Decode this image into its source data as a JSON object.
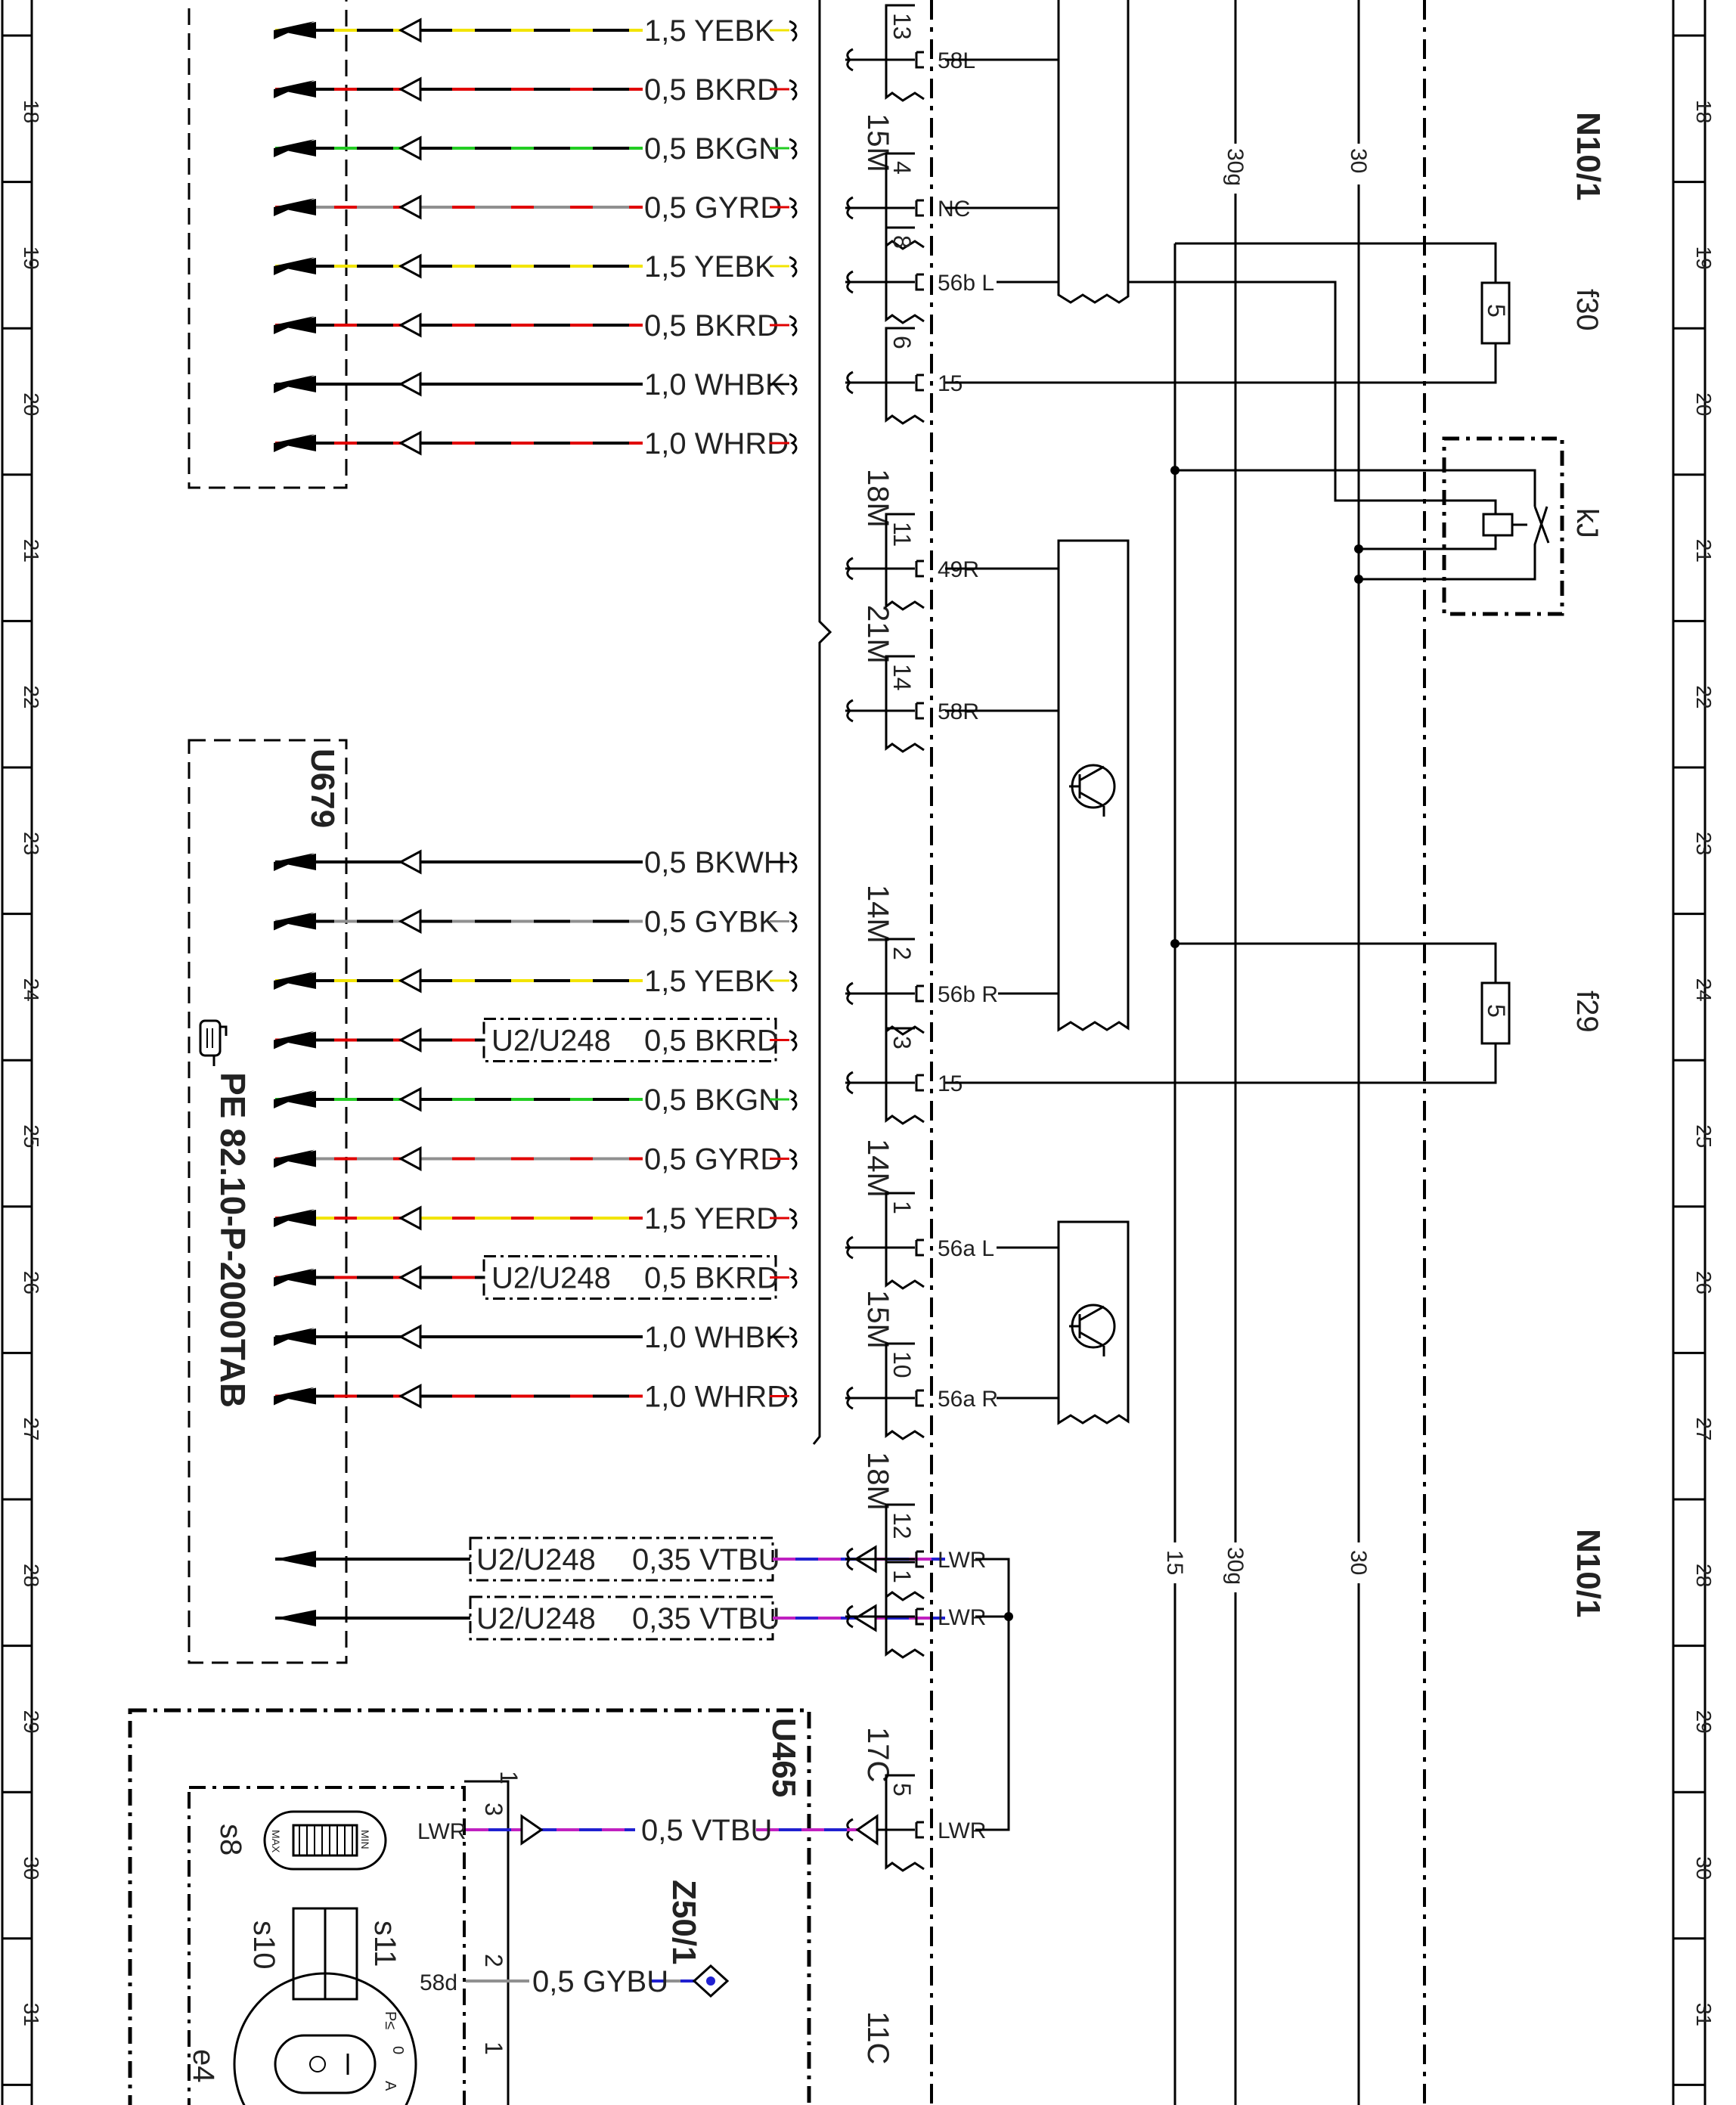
{
  "grid": [
    "18",
    "19",
    "20",
    "21",
    "22",
    "23",
    "24",
    "25",
    "26",
    "27",
    "28",
    "29",
    "30",
    "31"
  ],
  "group_top": {
    "wires": [
      {
        "label": "1,5  YEBK",
        "c1": "#000000",
        "c2": "#f2e400"
      },
      {
        "label": "0,5  BKRD",
        "c1": "#000000",
        "c2": "#e00000"
      },
      {
        "label": "0,5  BKGN",
        "c1": "#000000",
        "c2": "#22cc22"
      },
      {
        "label": "0,5  GYRD",
        "c1": "#909090",
        "c2": "#e00000"
      },
      {
        "label": "1,5  YEBK",
        "c1": "#000000",
        "c2": "#f2e400"
      },
      {
        "label": "0,5  BKRD",
        "c1": "#000000",
        "c2": "#e00000"
      },
      {
        "label": "1,0  WHBK",
        "c1": "#000000",
        "c2": "#000000"
      },
      {
        "label": "1,0  WHRD",
        "c1": "#000000",
        "c2": "#e00000"
      }
    ]
  },
  "group_u679": {
    "name": "U679",
    "ref_text": "PE 82.10-P-2000TAB",
    "wires": [
      {
        "label": "0,5  BKWH",
        "c1": "#000000",
        "c2": "#000000",
        "variant": ""
      },
      {
        "label": "0,5  GYBK",
        "c1": "#000000",
        "c2": "#909090",
        "variant": ""
      },
      {
        "label": "1,5  YEBK",
        "c1": "#000000",
        "c2": "#f2e400",
        "variant": ""
      },
      {
        "label": "0,5  BKRD",
        "c1": "#000000",
        "c2": "#e00000",
        "variant": "U2/U248"
      },
      {
        "label": "0,5  BKGN",
        "c1": "#000000",
        "c2": "#22cc22",
        "variant": ""
      },
      {
        "label": "0,5  GYRD",
        "c1": "#909090",
        "c2": "#e00000",
        "variant": ""
      },
      {
        "label": "1,5  YERD",
        "c1": "#f2e400",
        "c2": "#e00000",
        "variant": ""
      },
      {
        "label": "0,5  BKRD",
        "c1": "#000000",
        "c2": "#e00000",
        "variant": "U2/U248"
      },
      {
        "label": "1,0  WHBK",
        "c1": "#000000",
        "c2": "#000000",
        "variant": ""
      },
      {
        "label": "1,0  WHRD",
        "c1": "#000000",
        "c2": "#e00000",
        "variant": ""
      }
    ],
    "lwr_wires": [
      {
        "variant": "U2/U248",
        "label": "0,35  VTBU",
        "c1": "#2020d0",
        "c2": "#c020c0"
      },
      {
        "variant": "U2/U248",
        "label": "0,35  VTBU",
        "c1": "#2020d0",
        "c2": "#c020c0"
      }
    ]
  },
  "connectors": [
    "15M",
    "18M",
    "21M",
    "14M",
    "14M",
    "15M",
    "18M",
    "17C",
    "11C"
  ],
  "pins": [
    {
      "num": "13",
      "term": "58L"
    },
    {
      "num": "4",
      "term": "NC"
    },
    {
      "num": "8",
      "term": "56b  L"
    },
    {
      "num": "6",
      "term": "15"
    },
    {
      "num": "11",
      "term": "49R"
    },
    {
      "num": "14",
      "term": "58R"
    },
    {
      "num": "2",
      "term": "56b  R"
    },
    {
      "num": "3",
      "term": "15"
    },
    {
      "num": "1",
      "term": "56a  L"
    },
    {
      "num": "10",
      "term": "56a  R"
    },
    {
      "num": "12",
      "term": "LWR"
    },
    {
      "num": "1",
      "term": "LWR"
    },
    {
      "num": "5",
      "term": "LWR"
    }
  ],
  "n10": {
    "label": "N10/1",
    "fuse_f30": "f30",
    "fuse_f29": "f29",
    "fuse_value": "5",
    "relay": "kJ"
  },
  "buses": {
    "b15": "15",
    "b30g": "30g",
    "b30": "30"
  },
  "u465": {
    "name": "U465",
    "lwr_pin": "3",
    "lwr_term": "LWR",
    "lwr_wire": "0,5  VTBU",
    "pin1_top": "1",
    "pin2": "2",
    "pin1_bot": "1",
    "term58d": "58d",
    "gybu_wire": "0,5  GYBU",
    "z50": "Z50/1",
    "s8": "s8",
    "s10": "s10",
    "s11": "s11",
    "e4": "e4",
    "max": "MAX",
    "min": "MIN",
    "switch_marks": [
      "P≤",
      "0",
      "A"
    ]
  },
  "colors": {
    "vt": "#c020c0",
    "bu": "#2020d0",
    "gy": "#909090",
    "ye": "#f2e400",
    "rd": "#e00000",
    "gn": "#22cc22",
    "bk": "#000000"
  }
}
